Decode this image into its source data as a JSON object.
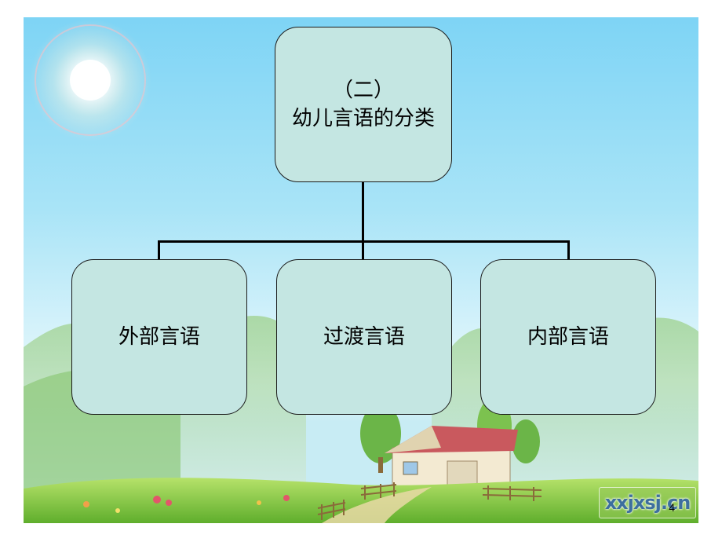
{
  "diagram": {
    "root": {
      "line1": "（二）",
      "line2": "幼儿言语的分类"
    },
    "children": [
      {
        "label": "外部言语"
      },
      {
        "label": "过渡言语"
      },
      {
        "label": "内部言语"
      }
    ]
  },
  "slide": {
    "page_number": "4",
    "watermark": "xxjxsj.cn"
  },
  "colors": {
    "node_fill": "#c4e6e2",
    "node_border": "#1a1a1a",
    "connector": "#000000",
    "sky_top": "#7ed4f5",
    "grass": "#7cc33a"
  }
}
